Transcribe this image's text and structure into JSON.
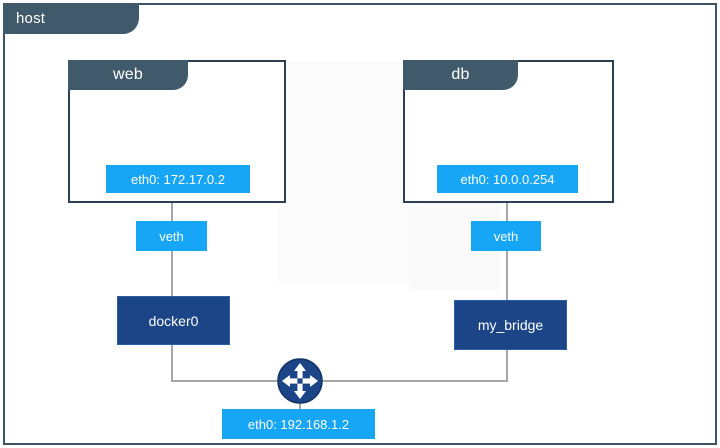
{
  "diagram": {
    "host": {
      "label": "host",
      "tab_color": "#415a6b",
      "border_color": "#3d5366"
    },
    "containers": [
      {
        "name": "web",
        "interface": "eth0: 172.17.0.2",
        "veth": "veth",
        "bridge": "docker0"
      },
      {
        "name": "db",
        "interface": "eth0: 10.0.0.254",
        "veth": "veth",
        "bridge": "my_bridge"
      }
    ],
    "host_interface": "eth0: 192.168.1.2",
    "router_icon": "router-four-arrows-icon",
    "colors": {
      "interface_blue": "#17a6f5",
      "bridge_blue": "#1b4586",
      "tab_slate": "#415a6b",
      "edge_gray": "#a6a6a6",
      "router_navy": "#1b4586"
    }
  }
}
